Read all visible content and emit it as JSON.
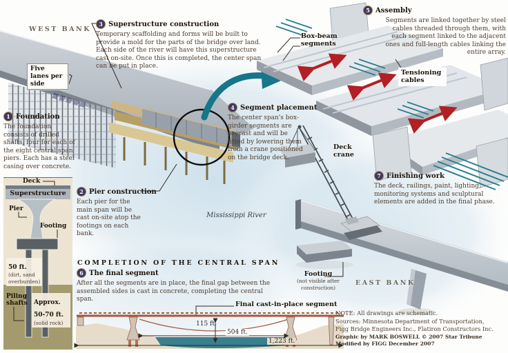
{
  "banks": {
    "west": "WEST BANK",
    "east": "EAST BANK"
  },
  "steps": [
    {
      "num": "1",
      "title": "Foundation",
      "body": "The foundation consists of drilled shafts, four for each of the eight central span piers. Each has a steel casing over concrete."
    },
    {
      "num": "2",
      "title": "Pier construction",
      "body": "Each pier for the main span will be cast on-site atop the footings on each bank."
    },
    {
      "num": "3",
      "title": "Superstructure construction",
      "body": "Temporary scaffolding and forms will be built to provide a mold for the parts of the bridge over land. Each side of the river will have this superstructure cast on-site. Once this is completed, the center span can be put in place."
    },
    {
      "num": "4",
      "title": "Segment placement",
      "body": "The center span's box-girder segments are precast and will be fitted by lowering them from a crane positioned on the bridge deck."
    },
    {
      "num": "5",
      "title": "Assembly",
      "body": "Segments are linked together by steel cables threaded through them, with each segment linked to the adjacent ones and full-length cables linking the entire array."
    },
    {
      "num": "6",
      "title": "The final segment",
      "body": "After all the segments are in place, the final gap between the assembled sides is cast in concrete, completing the central span."
    },
    {
      "num": "7",
      "title": "Finishing work",
      "body": "The deck, railings, paint, lighting, monitoring systems and sculptural elements are added in the final phase."
    }
  ],
  "labels": {
    "five_lanes": "Five lanes per side",
    "river": "Mississippi River",
    "box_beam": "Box-beam segments",
    "tensioning": "Tensioning cables",
    "deck_crane": "Deck crane",
    "footing": "Footing",
    "footing_sub": "(not visible after construction)",
    "final_cast": "Final cast-in-place segment",
    "completion": "COMPLETION OF THE CENTRAL SPAN"
  },
  "cross_section": {
    "deck_label": "Deck",
    "superstructure_label": "Superstructure",
    "pier_label": "Pier",
    "footing_label": "Footing",
    "depth_overburden": "50 ft.",
    "depth_overburden_sub": "(dirt, sand overburden)",
    "piling_label": "Piling shafts",
    "depth_rock": "Approx. 50-70 ft.",
    "depth_rock_sub": "(solid rock)"
  },
  "measurements": {
    "clearance": "115 ft.",
    "main_span": "504 ft.",
    "total_length": "1,223 ft."
  },
  "notes": {
    "schematic": "NOTE: All drawings are schematic.",
    "sources_line1": "Sources: Minnesota Department of Transportation,",
    "sources_line2": "Figg Bridge Engineers Inc., Flatiron Constructors Inc.",
    "credit_line1": "Graphic by MARK BOSWELL  © 2007 Star Tribune",
    "credit_line2": "Modified by FIGG December 2007"
  },
  "colors": {
    "accent_teal": "#16768a",
    "accent_red": "#b21f24",
    "step_circle": "#3e3863",
    "step_ring": "#a5854f",
    "water": "#3a7f8e",
    "elev": "#a2593f"
  }
}
